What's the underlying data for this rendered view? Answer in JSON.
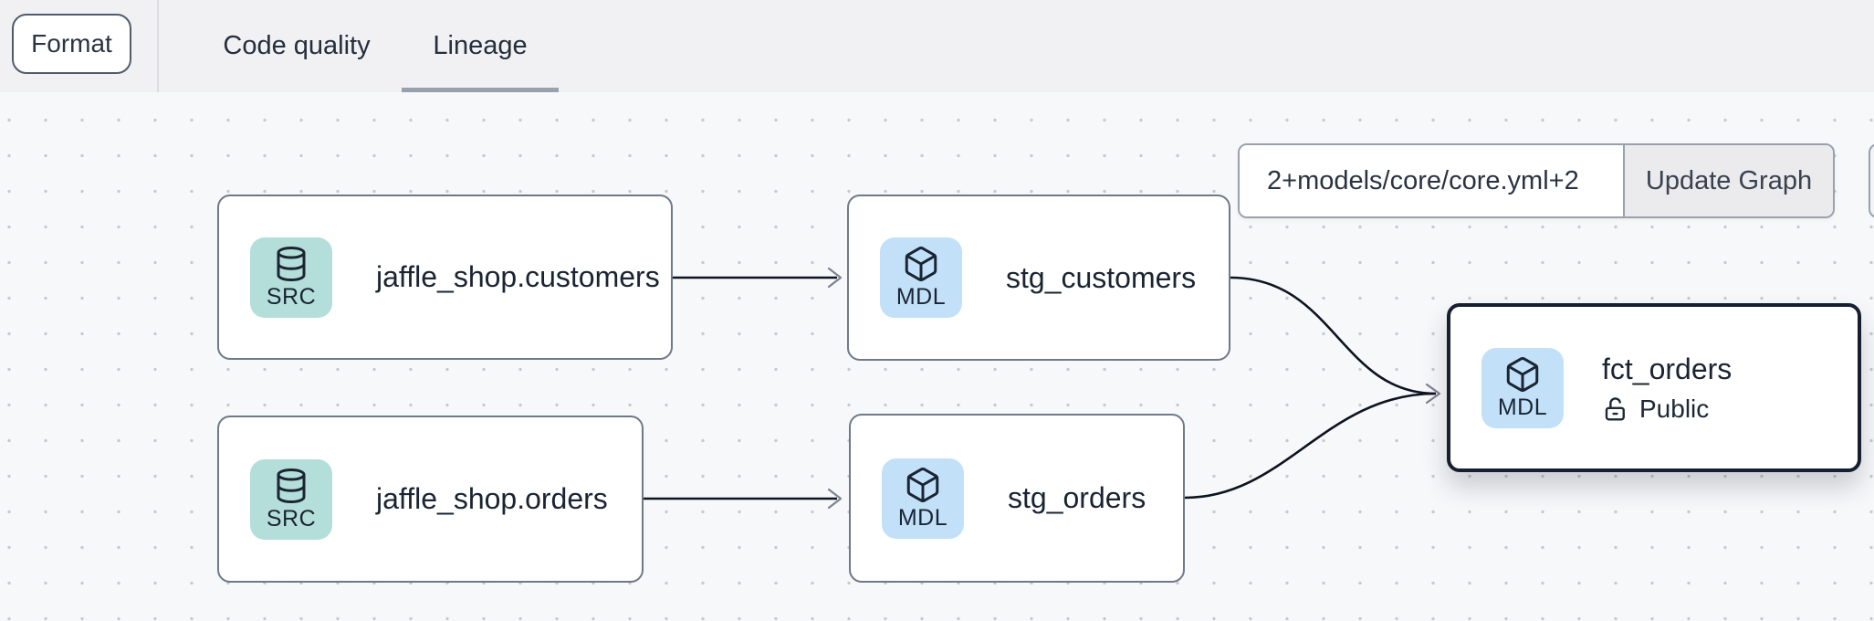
{
  "toolbar": {
    "format_label": "Format",
    "tabs": [
      {
        "label": "Code quality",
        "active": false
      },
      {
        "label": "Lineage",
        "active": true
      }
    ]
  },
  "lineage": {
    "selector": {
      "value": "2+models/core/core.yml+2",
      "button_label": "Update Graph"
    },
    "nodes": [
      {
        "id": "jaffle_shop.customers",
        "label": "jaffle_shop.customers",
        "type": "SRC",
        "icon": "database",
        "selected": false
      },
      {
        "id": "stg_customers",
        "label": "stg_customers",
        "type": "MDL",
        "icon": "model-cube",
        "selected": false
      },
      {
        "id": "jaffle_shop.orders",
        "label": "jaffle_shop.orders",
        "type": "SRC",
        "icon": "database",
        "selected": false
      },
      {
        "id": "stg_orders",
        "label": "stg_orders",
        "type": "MDL",
        "icon": "model-cube",
        "selected": false
      },
      {
        "id": "fct_orders",
        "label": "fct_orders",
        "type": "MDL",
        "icon": "model-cube",
        "access": "Public",
        "selected": true
      }
    ],
    "edges": [
      {
        "from": "jaffle_shop.customers",
        "to": "stg_customers"
      },
      {
        "from": "jaffle_shop.orders",
        "to": "stg_orders"
      },
      {
        "from": "stg_customers",
        "to": "fct_orders"
      },
      {
        "from": "stg_orders",
        "to": "fct_orders"
      }
    ]
  },
  "colors": {
    "topbar_bg": "#f1f1f3",
    "canvas_bg": "#f7f8fa",
    "src_badge": "#b4deda",
    "mdl_badge": "#c2e1f8",
    "node_border": "#6f7988",
    "selected_border": "#161f31",
    "edge": "#0d1420",
    "arrowhead": "#7b8391",
    "tab_underline": "#99a1ae",
    "text_dark": "#1a2432"
  }
}
